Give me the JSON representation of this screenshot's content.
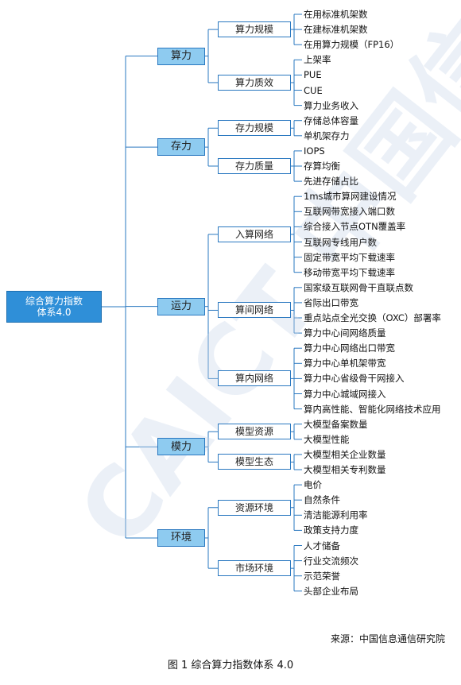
{
  "root": {
    "line1": "综合算力指数",
    "line2": "体系4.0"
  },
  "categories": [
    {
      "label": "算力",
      "subs": [
        {
          "label": "算力规模",
          "leaves": [
            "在用标准机架数",
            "在建标准机架数",
            "在用算力规模（FP16）"
          ]
        },
        {
          "label": "算力质效",
          "leaves": [
            "上架率",
            "PUE",
            "CUE",
            "算力业务收入"
          ]
        }
      ]
    },
    {
      "label": "存力",
      "subs": [
        {
          "label": "存力规模",
          "leaves": [
            "存储总体容量",
            "单机架存力"
          ]
        },
        {
          "label": "存力质量",
          "leaves": [
            "IOPS",
            "存算均衡",
            "先进存储占比"
          ]
        }
      ]
    },
    {
      "label": "运力",
      "subs": [
        {
          "label": "入算网络",
          "leaves": [
            "1ms城市算网建设情况",
            "互联网带宽接入端口数",
            "综合接入节点OTN覆盖率",
            "互联网专线用户数",
            "固定带宽平均下载速率",
            "移动带宽平均下载速率"
          ]
        },
        {
          "label": "算间网络",
          "leaves": [
            "国家级互联网骨干直联点数",
            "省际出口带宽",
            "重点站点全光交换（OXC）部署率",
            "算力中心间网络质量"
          ]
        },
        {
          "label": "算内网络",
          "leaves": [
            "算力中心网络出口带宽",
            "算力中心单机架带宽",
            "算力中心省级骨干网接入",
            "算力中心城域网接入",
            "算内高性能、智能化网络技术应用"
          ]
        }
      ]
    },
    {
      "label": "模力",
      "subs": [
        {
          "label": "模型资源",
          "leaves": [
            "大模型备案数量",
            "大模型性能"
          ]
        },
        {
          "label": "模型生态",
          "leaves": [
            "大模型相关企业数量",
            "大模型相关专利数量"
          ]
        }
      ]
    },
    {
      "label": "环境",
      "subs": [
        {
          "label": "资源环境",
          "leaves": [
            "电价",
            "自然条件",
            "清洁能源利用率",
            "政策支持力度"
          ]
        },
        {
          "label": "市场环境",
          "leaves": [
            "人才储备",
            "行业交流频次",
            "示范荣誉",
            "头部企业布局"
          ]
        }
      ]
    }
  ],
  "source": "来源：中国信息通信研究院",
  "caption": "图 1 综合算力指数体系 4.0",
  "watermark": "CAICT 中国信通院",
  "colors": {
    "line": "#2a78c0",
    "root": "#2f8fd8",
    "category": "#8ecbf0"
  }
}
